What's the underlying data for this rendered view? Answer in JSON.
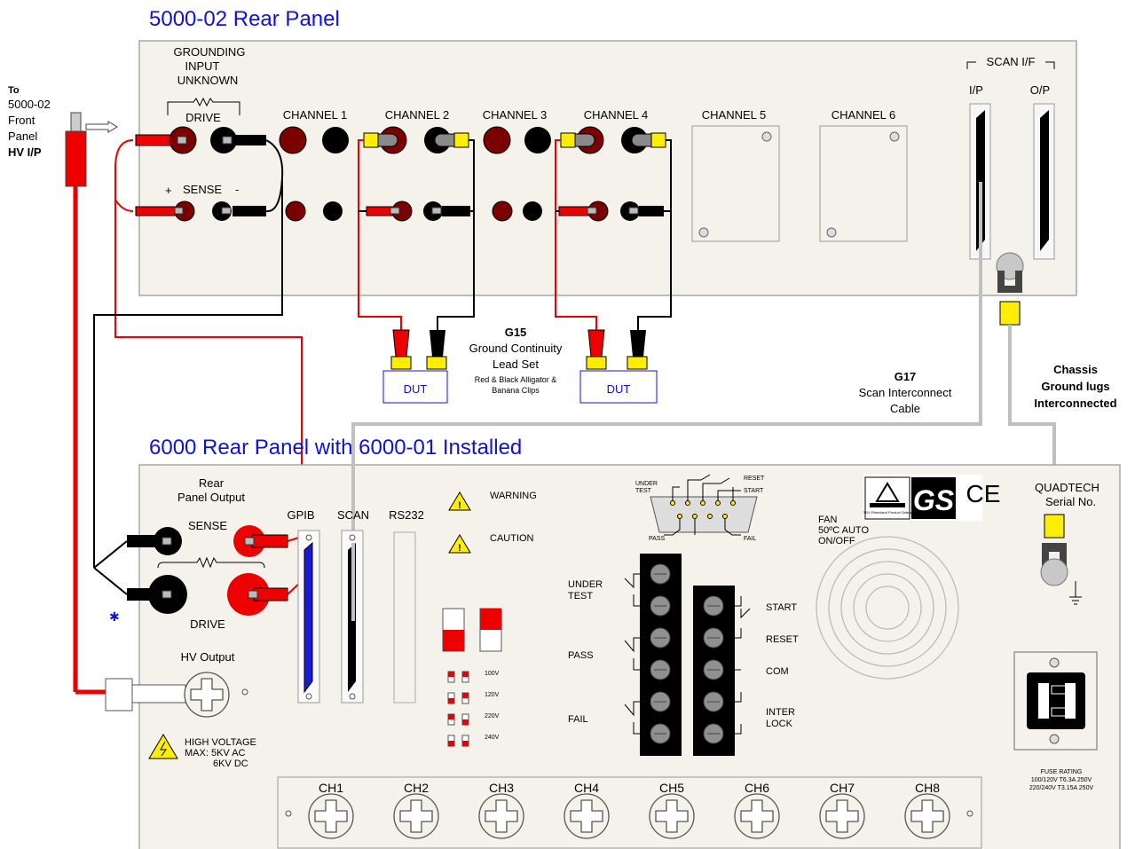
{
  "colors": {
    "title": "#1010e0",
    "panel": "#f4f2ea",
    "red_lead": "#ee0000",
    "black_lead": "#000000",
    "scan_cable": "#c0c0c0",
    "yellow_clip": "#ffee00",
    "maroon_post": "#7a0000",
    "gpib_blue": "#1a1ad0"
  },
  "top_panel": {
    "title": "5000-02 Rear Panel",
    "grounding": [
      "GROUNDING",
      "INPUT",
      "UNKNOWN"
    ],
    "drive": "DRIVE",
    "sense_plus": "+",
    "sense": "SENSE",
    "sense_minus": "-",
    "channels": [
      "CHANNEL 1",
      "CHANNEL 2",
      "CHANNEL 3",
      "CHANNEL 4",
      "CHANNEL 5",
      "CHANNEL 6"
    ],
    "scan_if": "SCAN I/F",
    "ip": "I/P",
    "op": "O/P"
  },
  "front_link": {
    "to": "To",
    "line1": "5000-02",
    "line2": "Front",
    "line3": "Panel",
    "line4": "HV I/P"
  },
  "g15": {
    "code": "G15",
    "line1": "Ground Continuity",
    "line2": "Lead Set",
    "line3": "Red & Black Alligator &",
    "line4": "Banana Clips",
    "dut_left": "DUT",
    "dut_right": "DUT"
  },
  "g17": {
    "code": "G17",
    "line1": "Scan Interconnect",
    "line2": "Cable"
  },
  "chassis": {
    "line1": "Chassis",
    "line2": "Ground lugs",
    "line3": "Interconnected"
  },
  "bottom_panel": {
    "title": "6000 Rear Panel with 6000-01 Installed",
    "rear_output": [
      "Rear",
      "Panel Output"
    ],
    "sense": "SENSE",
    "drive": "DRIVE",
    "hv_output": "HV Output",
    "hv_warning": [
      "HIGH VOLTAGE",
      "MAX: 5KV AC",
      "6KV DC"
    ],
    "gpib": "GPIB",
    "scan": "SCAN",
    "rs232": "RS232",
    "warning": "WARNING",
    "caution": "CAUTION",
    "voltages": [
      "100V",
      "120V",
      "220V",
      "240V"
    ],
    "db9": {
      "under_test": [
        "UNDER",
        "TEST"
      ],
      "reset": "RESET",
      "start": "START",
      "pass": "PASS",
      "fail": "FAIL"
    },
    "terminal_left": {
      "under_test": [
        "UNDER",
        "TEST"
      ],
      "pass": "PASS",
      "fail": "FAIL"
    },
    "terminal_right": {
      "start": "START",
      "reset": "RESET",
      "com": "COM",
      "interlock": [
        "INTER",
        "LOCK"
      ]
    },
    "fan": [
      "FAN",
      "50ºC AUTO",
      "ON/OFF"
    ],
    "cert_marks": {
      "tuv": "TÜV Rheinland Product Safety",
      "gs": "GS",
      "ce": "CE"
    },
    "brand": "QUADTECH",
    "serial": "Serial No.",
    "fuse": [
      "FUSE RATING",
      "100/120V T6.3A 250V",
      "220/240V T3.15A 250V"
    ],
    "channels": [
      "CH1",
      "CH2",
      "CH3",
      "CH4",
      "CH5",
      "CH6",
      "CH7",
      "CH8"
    ]
  }
}
